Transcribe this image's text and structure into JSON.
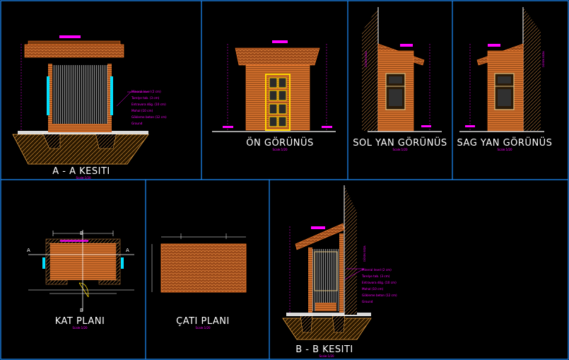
{
  "colors": {
    "background": "#000000",
    "frame": "#1e90ff",
    "wood": "#b8612a",
    "wood_line": "#ff7f2a",
    "annotation": "#ff00ff",
    "glass": "#00e0ff",
    "title": "#ffffff",
    "door": "#ffd700",
    "ground": "#e8a040"
  },
  "panels": {
    "aa_section": {
      "title": "A - A KESITI",
      "scale": "Scale:1/20"
    },
    "front_view": {
      "title": "ÖN GÖRÜNÜS",
      "scale": "Scale:1/20"
    },
    "left_view": {
      "title": "SOL YAN GÖRÜNÜS",
      "scale": "Scale:1/20"
    },
    "right_view": {
      "title": "SAG YAN GÖRÜNÜS",
      "scale": "Scale:1/20"
    },
    "floor_plan": {
      "title": "KAT PLANI",
      "scale": "Scale:1/20",
      "marker_a": "A",
      "marker_b": "B"
    },
    "roof_plan": {
      "title": "ÇATI PLANI",
      "scale": "Scale:1/20"
    },
    "bb_section": {
      "title": "B - B KESITI",
      "scale": "Scale:1/20"
    }
  },
  "section_notes": [
    "Mineral level (2 cm)",
    "Tarelye tab. (3 cm)",
    "Entravora dög. (10 cm)",
    "Mohal (10 cm)",
    "Gökleme beton (12 cm)",
    "Ground"
  ],
  "side_label": "DÖSEK BEZA"
}
